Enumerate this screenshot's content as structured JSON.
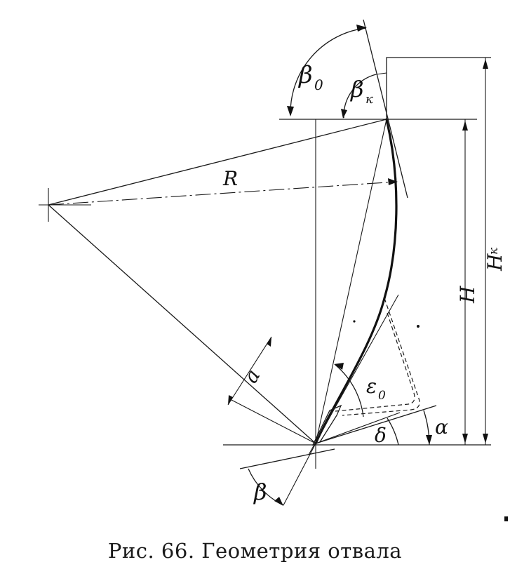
{
  "caption": "Рис. 66. Геометрия отвала",
  "labels": {
    "beta0": "β",
    "beta0_sub": "0",
    "betak": "β",
    "betak_sub": "к",
    "R": "R",
    "H": "H",
    "Hk": "H",
    "Hk_sub": "к",
    "a": "a",
    "eps": "ε",
    "eps_sub": "0",
    "delta": "δ",
    "alpha": "α",
    "beta": "β"
  }
}
